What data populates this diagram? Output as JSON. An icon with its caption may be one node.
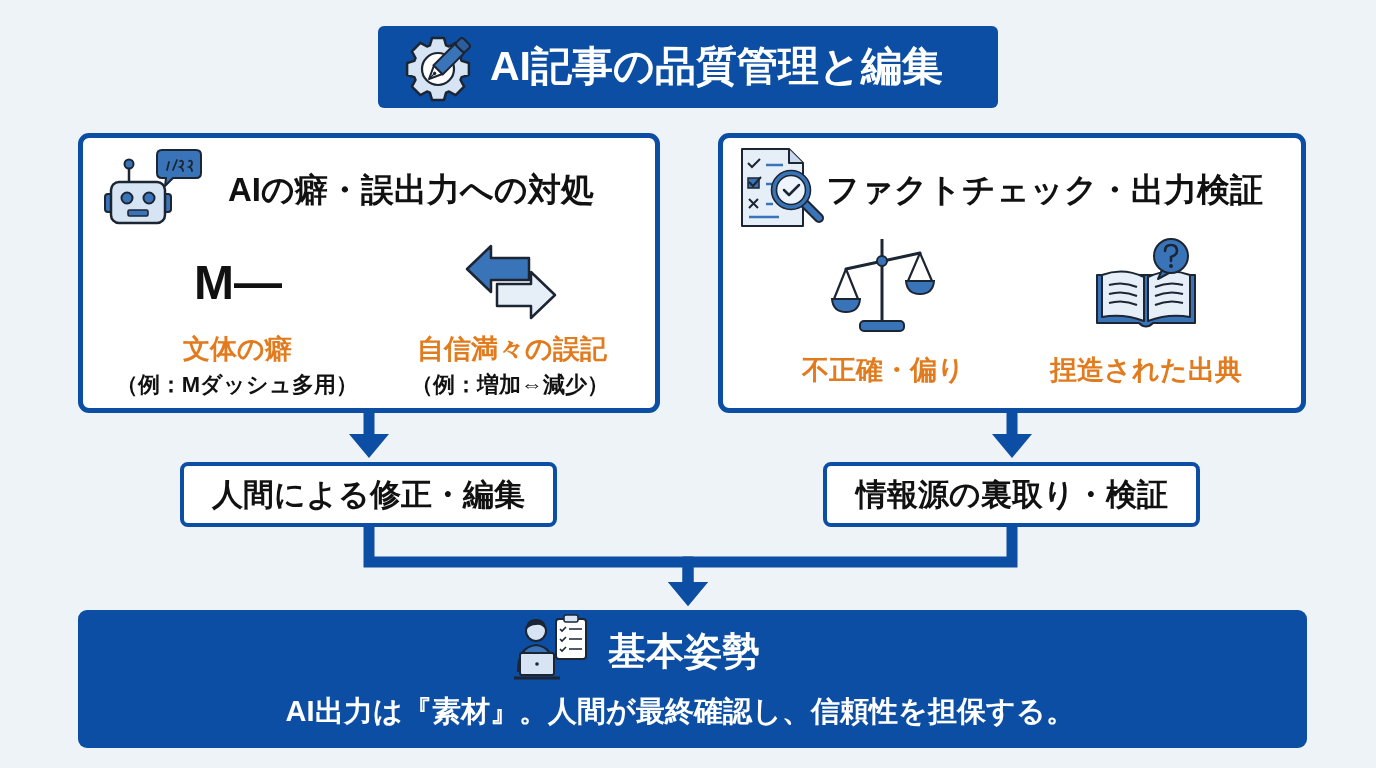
{
  "diagram": {
    "title": "AI記事の品質管理と編集",
    "nodes": [
      {
        "text": [
          "AIの癖・誤出力への対処",
          "M—",
          "文体の癖",
          "（例：Mダッシュ多用）",
          "自信満々の誤記",
          "（例：増加⇔減少）"
        ]
      },
      {
        "text": [
          "ファクトチェック・出力検証",
          "不正確・偏り",
          "捏造された出典"
        ]
      },
      {
        "text": [
          "人間による修正・編集"
        ]
      },
      {
        "text": [
          "情報源の裏取り・検証"
        ]
      },
      {
        "text": [
          "基本姿勢",
          "AI出力は『素材』。人間が最終確認し、信頼性を担保する。"
        ]
      }
    ],
    "edges": [
      {
        "from": 0,
        "to": 2,
        "arrow": "to"
      },
      {
        "from": 1,
        "to": 3,
        "arrow": "to"
      },
      {
        "from": 2,
        "to": 4,
        "arrow": "to"
      },
      {
        "from": 3,
        "to": 4,
        "arrow": "to"
      }
    ]
  }
}
